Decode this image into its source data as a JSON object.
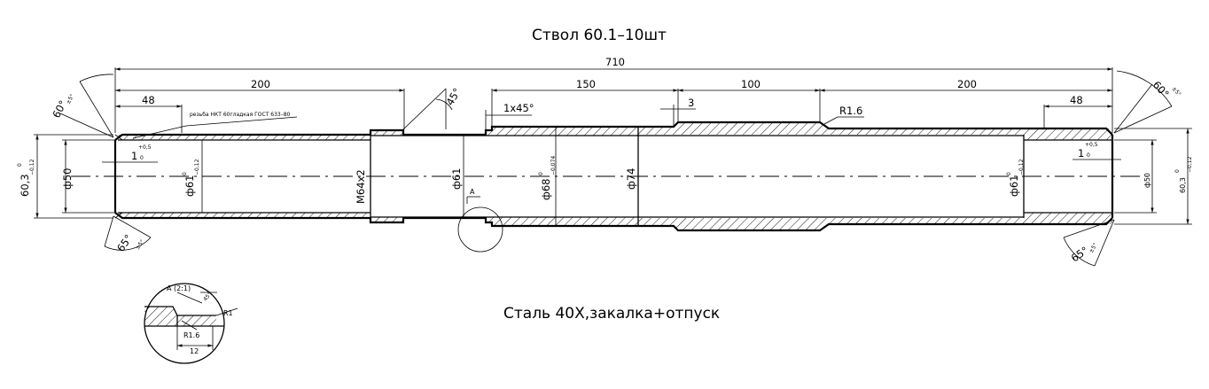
{
  "title": "Ствол 60.1–10шт",
  "material": "Сталь 40Х,закалка+отпуск",
  "thread_note": "резьба НКТ 60гладкая ГОСТ 633–80",
  "dims": {
    "total": "710",
    "left_200": "200",
    "left_48": "48",
    "d150": "150",
    "d100": "100",
    "right_200": "200",
    "right_48": "48",
    "d3": "3",
    "chamfer": "1x45°",
    "r16": "R1.6",
    "angle45": "45°",
    "angle60_left": "60°",
    "angle60_right": "60°",
    "angle65_left": "65°",
    "angle65_right": "65°",
    "tol_pm5": "±5°",
    "d603": "60,3",
    "tol_0": "0",
    "tol_012": "−0,12",
    "d50": "ф50",
    "d50_right": "ф50",
    "d61a": "ф61",
    "m64": "М64х2",
    "d61b": "ф61",
    "d68": "ф68",
    "tol_0074": "−0,074",
    "d74": "ф74",
    "d61c": "ф61",
    "one_left": "1",
    "one_right": "1",
    "tol_05": "+0,5",
    "tol_0b": "0",
    "section_a": "А"
  },
  "detail": {
    "label": "А (2:1)",
    "r1": "R1",
    "r16": "R1.6",
    "dim12": "12",
    "angle": "45°"
  }
}
